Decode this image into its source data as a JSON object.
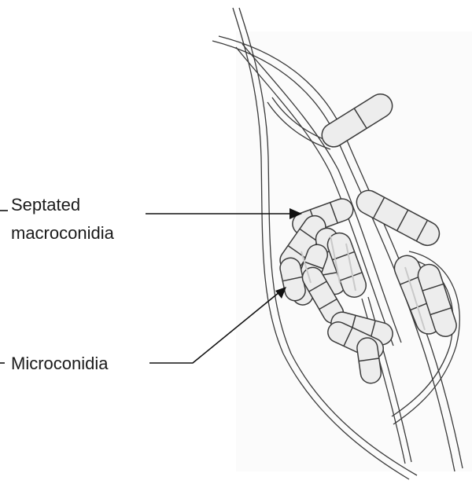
{
  "labels": {
    "septated_line1": "Septated",
    "septated_line2": "macroconidia",
    "microconidia": "Microconidia"
  },
  "colors": {
    "ink": "#3a3a3a",
    "spore_fill": "#ededed",
    "hyphae_fill": "#f7f7f7",
    "shading": "#c9c9c9"
  }
}
